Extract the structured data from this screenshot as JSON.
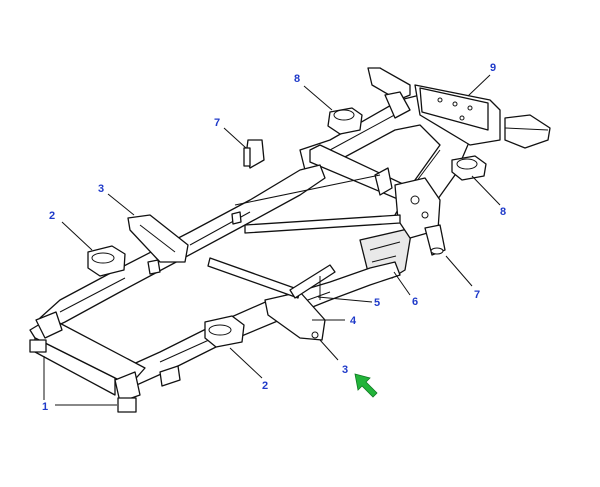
{
  "colors": {
    "callout_text": "#1f3ac9",
    "line": "#111111",
    "cursor": "#22b43a"
  },
  "callouts": [
    {
      "id": "c1",
      "text": "1"
    },
    {
      "id": "c2a",
      "text": "2"
    },
    {
      "id": "c2b",
      "text": "2"
    },
    {
      "id": "c3a",
      "text": "3"
    },
    {
      "id": "c3b",
      "text": "3"
    },
    {
      "id": "c4",
      "text": "4"
    },
    {
      "id": "c5",
      "text": "5"
    },
    {
      "id": "c6",
      "text": "6"
    },
    {
      "id": "c7a",
      "text": "7"
    },
    {
      "id": "c7b",
      "text": "7"
    },
    {
      "id": "c8a",
      "text": "8"
    },
    {
      "id": "c8b",
      "text": "8"
    },
    {
      "id": "c9",
      "text": "9"
    }
  ],
  "icons": {
    "pointer": "cursor-arrow-icon"
  }
}
